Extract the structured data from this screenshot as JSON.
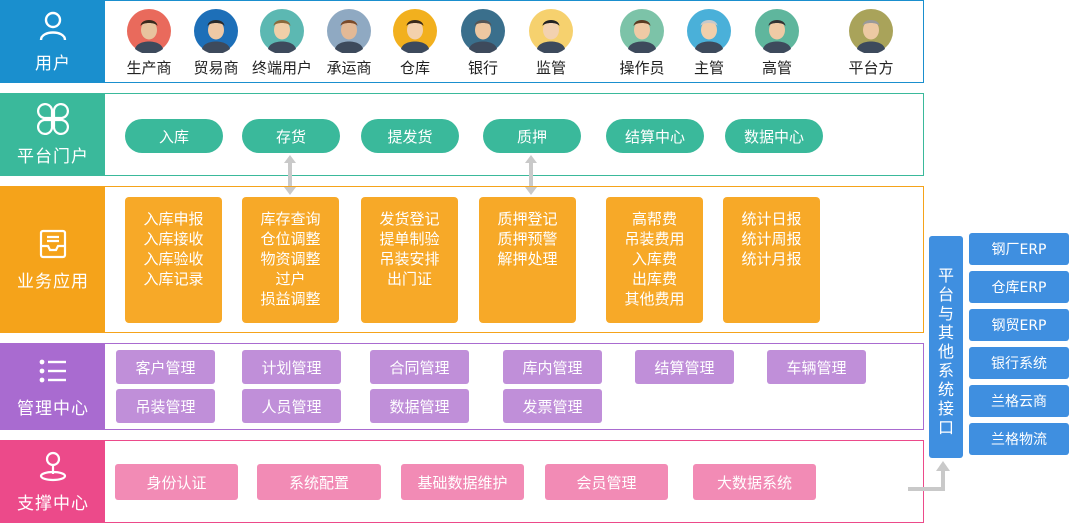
{
  "rows": {
    "users": {
      "label": "用户",
      "color": "#1a8fce",
      "icon": "user-icon"
    },
    "portal": {
      "label": "平台门户",
      "color": "#3ab99b",
      "icon": "four-petal-icon"
    },
    "business": {
      "label": "业务应用",
      "color": "#f5a31a",
      "icon": "inbox-tray-icon"
    },
    "management": {
      "label": "管理中心",
      "color": "#a96bd0",
      "icon": "list-icon"
    },
    "support": {
      "label": "支撑中心",
      "color": "#ec4a8a",
      "icon": "location-pin-icon"
    }
  },
  "users": [
    {
      "label": "生产商",
      "avatar": "producer-avatar"
    },
    {
      "label": "贸易商",
      "avatar": "trader-avatar"
    },
    {
      "label": "终端用户",
      "avatar": "end-user-avatar"
    },
    {
      "label": "承运商",
      "avatar": "carrier-avatar"
    },
    {
      "label": "仓库",
      "avatar": "warehouse-avatar"
    },
    {
      "label": "银行",
      "avatar": "bank-avatar"
    },
    {
      "label": "监管",
      "avatar": "regulator-avatar"
    },
    {
      "label": "操作员",
      "avatar": "operator-avatar"
    },
    {
      "label": "主管",
      "avatar": "supervisor-avatar"
    },
    {
      "label": "高管",
      "avatar": "executive-avatar"
    },
    {
      "label": "平台方",
      "avatar": "platform-avatar"
    }
  ],
  "portal": [
    "入库",
    "存货",
    "提发货",
    "质押",
    "结算中心",
    "数据中心"
  ],
  "business": [
    [
      "入库申报",
      "入库接收",
      "入库验收",
      "入库记录"
    ],
    [
      "库存查询",
      "仓位调整",
      "物资调整",
      "过户",
      "损益调整"
    ],
    [
      "发货登记",
      "提单制验",
      "吊装安排",
      "出门证"
    ],
    [
      "质押登记",
      "质押预警",
      "解押处理"
    ],
    [
      "高帮费",
      "吊装费用",
      "入库费",
      "出库费",
      "其他费用"
    ],
    [
      "统计日报",
      "统计周报",
      "统计月报"
    ]
  ],
  "management": [
    "客户管理",
    "计划管理",
    "合同管理",
    "库内管理",
    "结算管理",
    "车辆管理",
    "吊装管理",
    "人员管理",
    "数据管理",
    "发票管理"
  ],
  "support": [
    "身份认证",
    "系统配置",
    "基础数据维护",
    "会员管理",
    "大数据系统"
  ],
  "interface": {
    "label": "平台与其他系统接口"
  },
  "external": [
    "钢厂ERP",
    "仓库ERP",
    "钢贸ERP",
    "银行系统",
    "兰格云商",
    "兰格物流"
  ],
  "colors": {
    "portal_pill": "#3ab99b",
    "biz_card": "#f7a928",
    "mgmt_box": "#c08fd9",
    "support_box": "#f28bb5",
    "interface": "#3f8fe0",
    "arrow": "#c9c9c9"
  }
}
